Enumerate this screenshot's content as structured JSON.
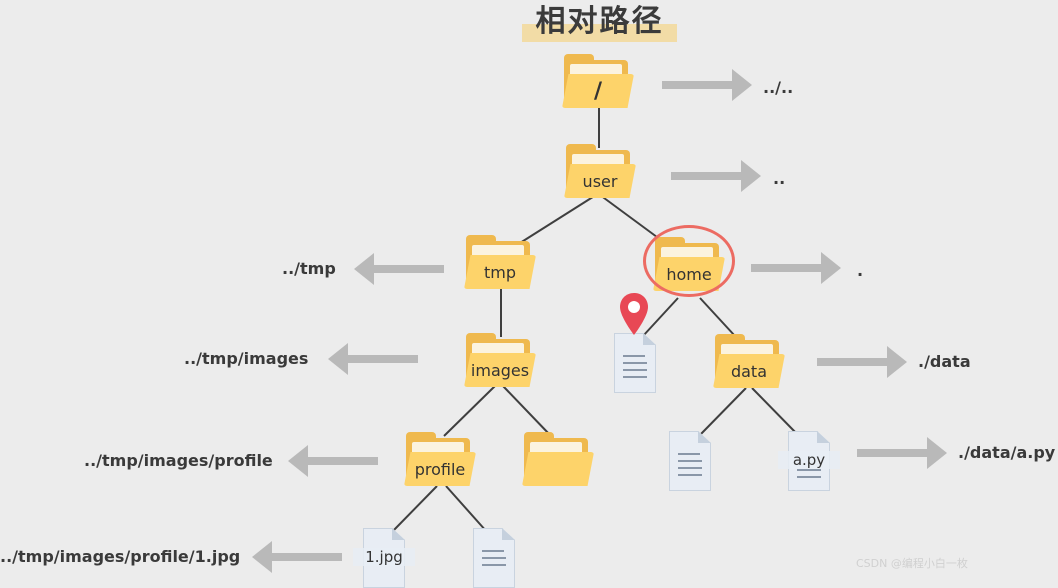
{
  "title": "相对路径",
  "nodes": {
    "root": "/",
    "user": "user",
    "tmp": "tmp",
    "home": "home",
    "images": "images",
    "data": "data",
    "profile": "profile",
    "file_1jpg": "1.jpg",
    "file_apy": "a.py"
  },
  "paths": {
    "root": "../..",
    "user": "..",
    "home": ".",
    "tmp": "../tmp",
    "images": "../tmp/images",
    "data": "./data",
    "profile": "../tmp/images/profile",
    "apy": "./data/a.py",
    "jpg": "../tmp/images/profile/1.jpg"
  },
  "watermark": "CSDN @编程小白一枚",
  "colors": {
    "folder": "#fdd36a",
    "highlight": "#ec6b62",
    "arrow": "#b9b9b9",
    "pin": "#e84855"
  }
}
